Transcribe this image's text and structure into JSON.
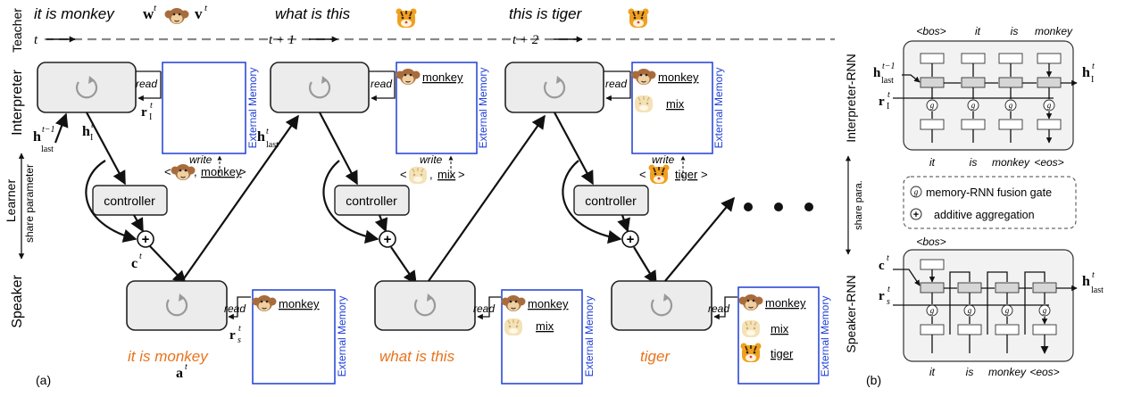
{
  "teacher": {
    "role_label": "Teacher",
    "sentences": [
      "it is monkey",
      "what is this",
      "this is tiger"
    ],
    "time_labels": [
      "t",
      "t + 1",
      "t + 2"
    ],
    "w_label": "w",
    "v_label": "v",
    "sup_t": "t"
  },
  "roles": {
    "interpreter": "Interpreter",
    "learner": "Learner",
    "speaker": "Speaker",
    "share_parameter": "share parameter"
  },
  "controller_label": "controller",
  "read_label": "read",
  "write_label": "write",
  "memory_label": "External Memory",
  "words": {
    "monkey": "monkey",
    "mix": "mix",
    "tiger": "tiger"
  },
  "outputs": [
    "it is monkey",
    "what is this",
    "tiger"
  ],
  "math": {
    "h": "h",
    "r": "r",
    "c": "c",
    "a": "a",
    "I": "I",
    "s": "s",
    "t": "t",
    "last": "last",
    "t_minus_1": "t−1"
  },
  "write_tuples": [
    {
      "open": "<",
      "comma": ",",
      "word": "monkey",
      "close": ">"
    },
    {
      "open": "<",
      "comma": ",",
      "word": "mix",
      "close": ">"
    },
    {
      "open": "<",
      "comma": "",
      "word": "tiger",
      "close": ">"
    }
  ],
  "panel_a_label": "(a)",
  "panel_b_label": "(b)",
  "panel_b": {
    "interpreter_rnn": "Interpreter-RNN",
    "speaker_rnn": "Speaker-RNN",
    "share_para": "share para.",
    "top_inputs": [
      "<bos>",
      "it",
      "is",
      "monkey"
    ],
    "top_outputs": [
      "it",
      "is",
      "monkey",
      "<eos>"
    ],
    "bottom_input": "<bos>",
    "bottom_outputs": [
      "it",
      "is",
      "monkey",
      "<eos>"
    ],
    "legend_gate_symbol": "g",
    "legend_gate_text": "memory-RNN fusion gate",
    "legend_add_symbol": "+",
    "legend_add_text": "additive aggregation"
  },
  "colors": {
    "output_text": "#e8731c",
    "memory_border": "#1f3fd6",
    "monkey_face": "#a86c3c",
    "tiger_face": "#f0a020"
  }
}
